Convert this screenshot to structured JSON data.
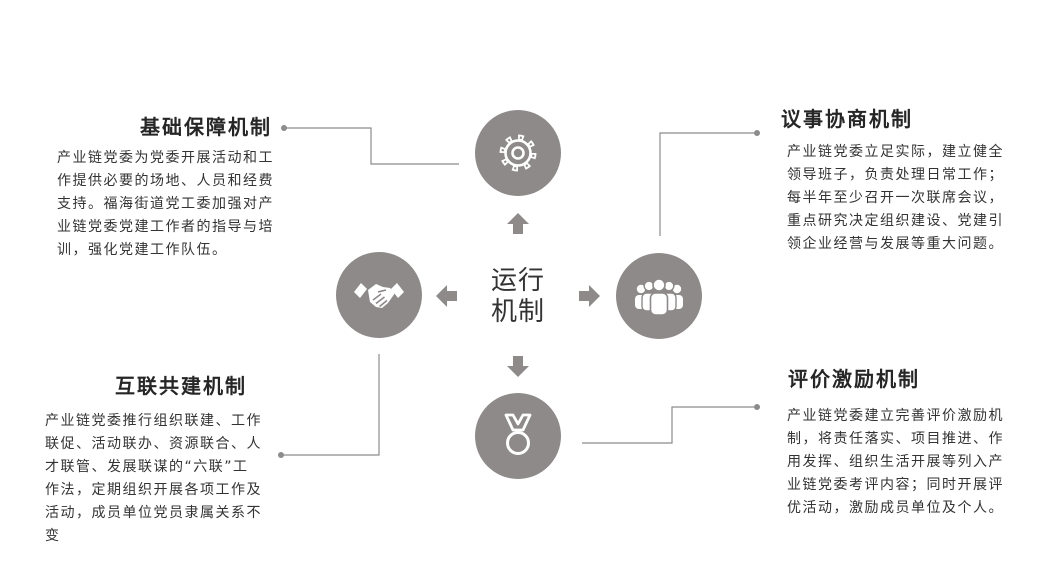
{
  "center_title": [
    "运行",
    "机制"
  ],
  "mechanisms": [
    {
      "title": "基础保障机制",
      "icon": "gear-icon",
      "lines": [
        "产业链党委为党委开展活动和工",
        "作提供必要的场地、人员和经费",
        "支持。福海街道党工委加强对产",
        "业链党委党建工作者的指导与培",
        "训，强化党建工作队伍。"
      ]
    },
    {
      "title": "议事协商机制",
      "icon": "people-icon",
      "lines": [
        "产业链党委立足实际，建立健全",
        "领导班子，负责处理日常工作；",
        "每半年至少召开一次联席会议，",
        "重点研究决定组织建设、党建引",
        "领企业经营与发展等重大问题。"
      ]
    },
    {
      "title": "互联共建机制",
      "icon": "handshake-icon",
      "lines": [
        "产业链党委推行组织联建、工作",
        "联促、活动联办、资源联合、人",
        "才联管、发展联谋的“六联”工",
        "作法，定期组织开展各项工作及",
        "活动，成员单位党员隶属关系不",
        "变"
      ]
    },
    {
      "title": "评价激励机制",
      "icon": "medal-icon",
      "lines": [
        "产业链党委建立完善评价激励机",
        "制，将责任落实、项目推进、作",
        "用发挥、组织生活开展等列入产",
        "业链党委考评内容；同时开展评",
        "优活动，激励成员单位及个人。"
      ]
    }
  ],
  "colors": {
    "circle": "#8e8a8a",
    "arrow": "#8e8a8a",
    "connector": "#8c8c8c",
    "icon": "#ffffff",
    "title": "#262626",
    "text": "#333333"
  }
}
